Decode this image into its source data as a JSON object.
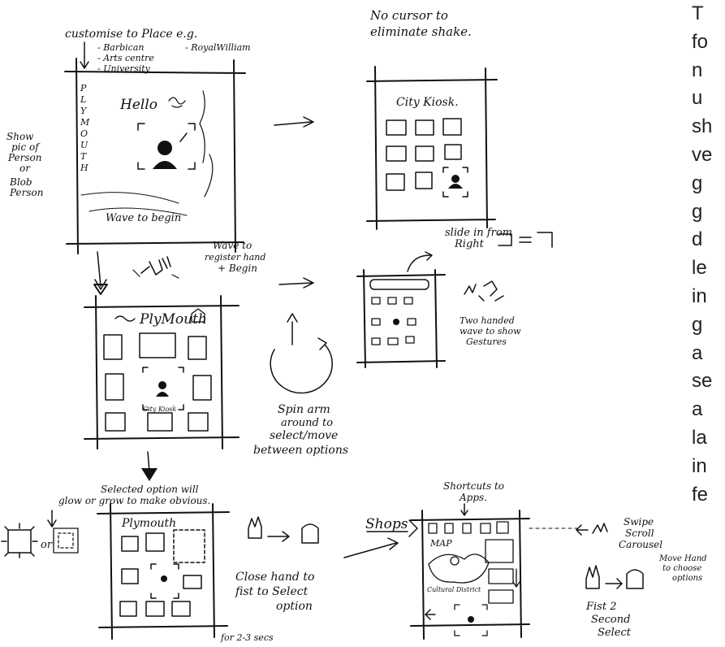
{
  "annotations": {
    "customise": "customise to Place e.g.",
    "barbican": "- Barbican",
    "arts_centre": "- Arts centre",
    "university": "- University",
    "royal_william": "- RoyalWilliam",
    "no_cursor_1": "No cursor to",
    "no_cursor_2": "eliminate shake.",
    "show_pic_1": "Show",
    "show_pic_2": "pic of",
    "show_pic_3": "Person",
    "show_pic_4": "or",
    "show_pic_5": "Blob",
    "show_pic_6": "Person",
    "wave_register_1": "Wave to",
    "wave_register_2": "register hand",
    "wave_register_3": "+ Begin",
    "slide_in": "slide in from",
    "slide_in_2": "Right",
    "two_handed_1": "Two handed",
    "two_handed_2": "wave to show",
    "two_handed_3": "Gestures",
    "spin_1": "Spin arm",
    "spin_2": "around to",
    "spin_3": "select/move",
    "spin_4": "between options",
    "selected_1": "Selected option will",
    "selected_2": "glow or grow to make obvious.",
    "or_label": "or",
    "close_hand_1": "Close hand to",
    "close_hand_2": "fist to Select",
    "close_hand_3": "option",
    "for_secs": "for 2-3 secs",
    "shortcuts_1": "Shortcuts to",
    "shortcuts_2": "Apps.",
    "swipe_1": "Swipe",
    "swipe_2": "Scroll",
    "swipe_3": "Carousel",
    "move_hand_1": "Move Hand",
    "move_hand_2": "to choose",
    "move_hand_3": "options",
    "fist_1": "Fist 2",
    "fist_2": "Second",
    "fist_3": "Select"
  },
  "screens": {
    "welcome": {
      "vertical_title": [
        "P",
        "L",
        "Y",
        "M",
        "O",
        "U",
        "T",
        "H"
      ],
      "hello": "Hello",
      "wave": "Wave to begin"
    },
    "kiosk": {
      "title": "City Kiosk."
    },
    "plymouth": {
      "title": "PlyMouth",
      "center_label": "City Kiosk"
    },
    "mini": {
      "label": "Two handed"
    },
    "selected": {
      "title": "Plymouth"
    },
    "map": {
      "shops": "Shops",
      "map_label": "MAP",
      "district": "Cultural District"
    }
  },
  "body_text": [
    "T",
    "fo",
    "n",
    "u",
    "sh",
    "ve",
    "g",
    "g",
    "d",
    "le",
    "in",
    "g",
    "a",
    "se",
    "a",
    "la",
    "in",
    "fe"
  ]
}
